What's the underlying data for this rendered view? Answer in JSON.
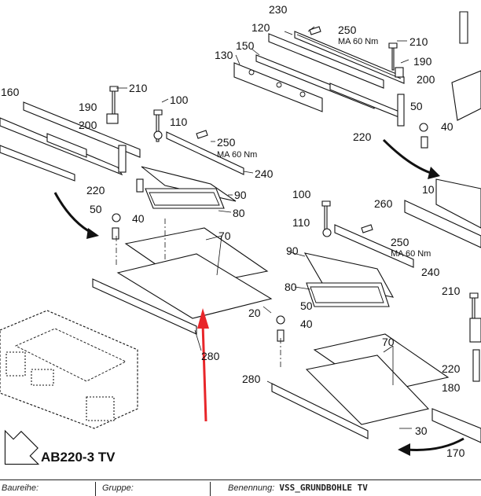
{
  "labels": {
    "l230": "230",
    "l250a": "250",
    "l250a_note": "MA 60 Nm",
    "l120": "120",
    "l150": "150",
    "l130": "130",
    "l210a": "210",
    "l190a": "190",
    "l200a": "200",
    "l220a": "220",
    "l50a": "50",
    "l40a": "40",
    "l10": "10",
    "l260": "260",
    "l160": "160",
    "l210b": "210",
    "l190b": "190",
    "l200b": "200",
    "l220b": "220",
    "l100a": "100",
    "l110a": "110",
    "l250b": "250",
    "l250b_note": "MA 60 Nm",
    "l240a": "240",
    "l90a": "90",
    "l80a": "80",
    "l50b": "50",
    "l40b": "40",
    "l70a": "70",
    "l20": "20",
    "l280a": "280",
    "l100b": "100",
    "l110b": "110",
    "l250c": "250",
    "l250c_note": "MA 60 Nm",
    "l90b": "90",
    "l240b": "240",
    "l80b": "80",
    "l50c": "50",
    "l40c": "40",
    "l70b": "70",
    "l280b": "280",
    "l30": "30",
    "l210c": "210",
    "l220c": "220",
    "l180": "180",
    "l170": "170"
  },
  "model_name": "AB220-3 TV",
  "titlebar": {
    "baureihe_label": "Baureihe:",
    "gruppe_label": "Gruppe:",
    "benennung_label": "Benennung:",
    "benennung_value": "VSS_GRUNDBOHLE TV"
  },
  "colors": {
    "line": "#111111",
    "arrow_red": "#e8262a",
    "background": "#ffffff"
  },
  "icons": {
    "direction_arrow": "hollow-arrow-icon",
    "assembly_arrow": "curved-arrow-icon"
  }
}
